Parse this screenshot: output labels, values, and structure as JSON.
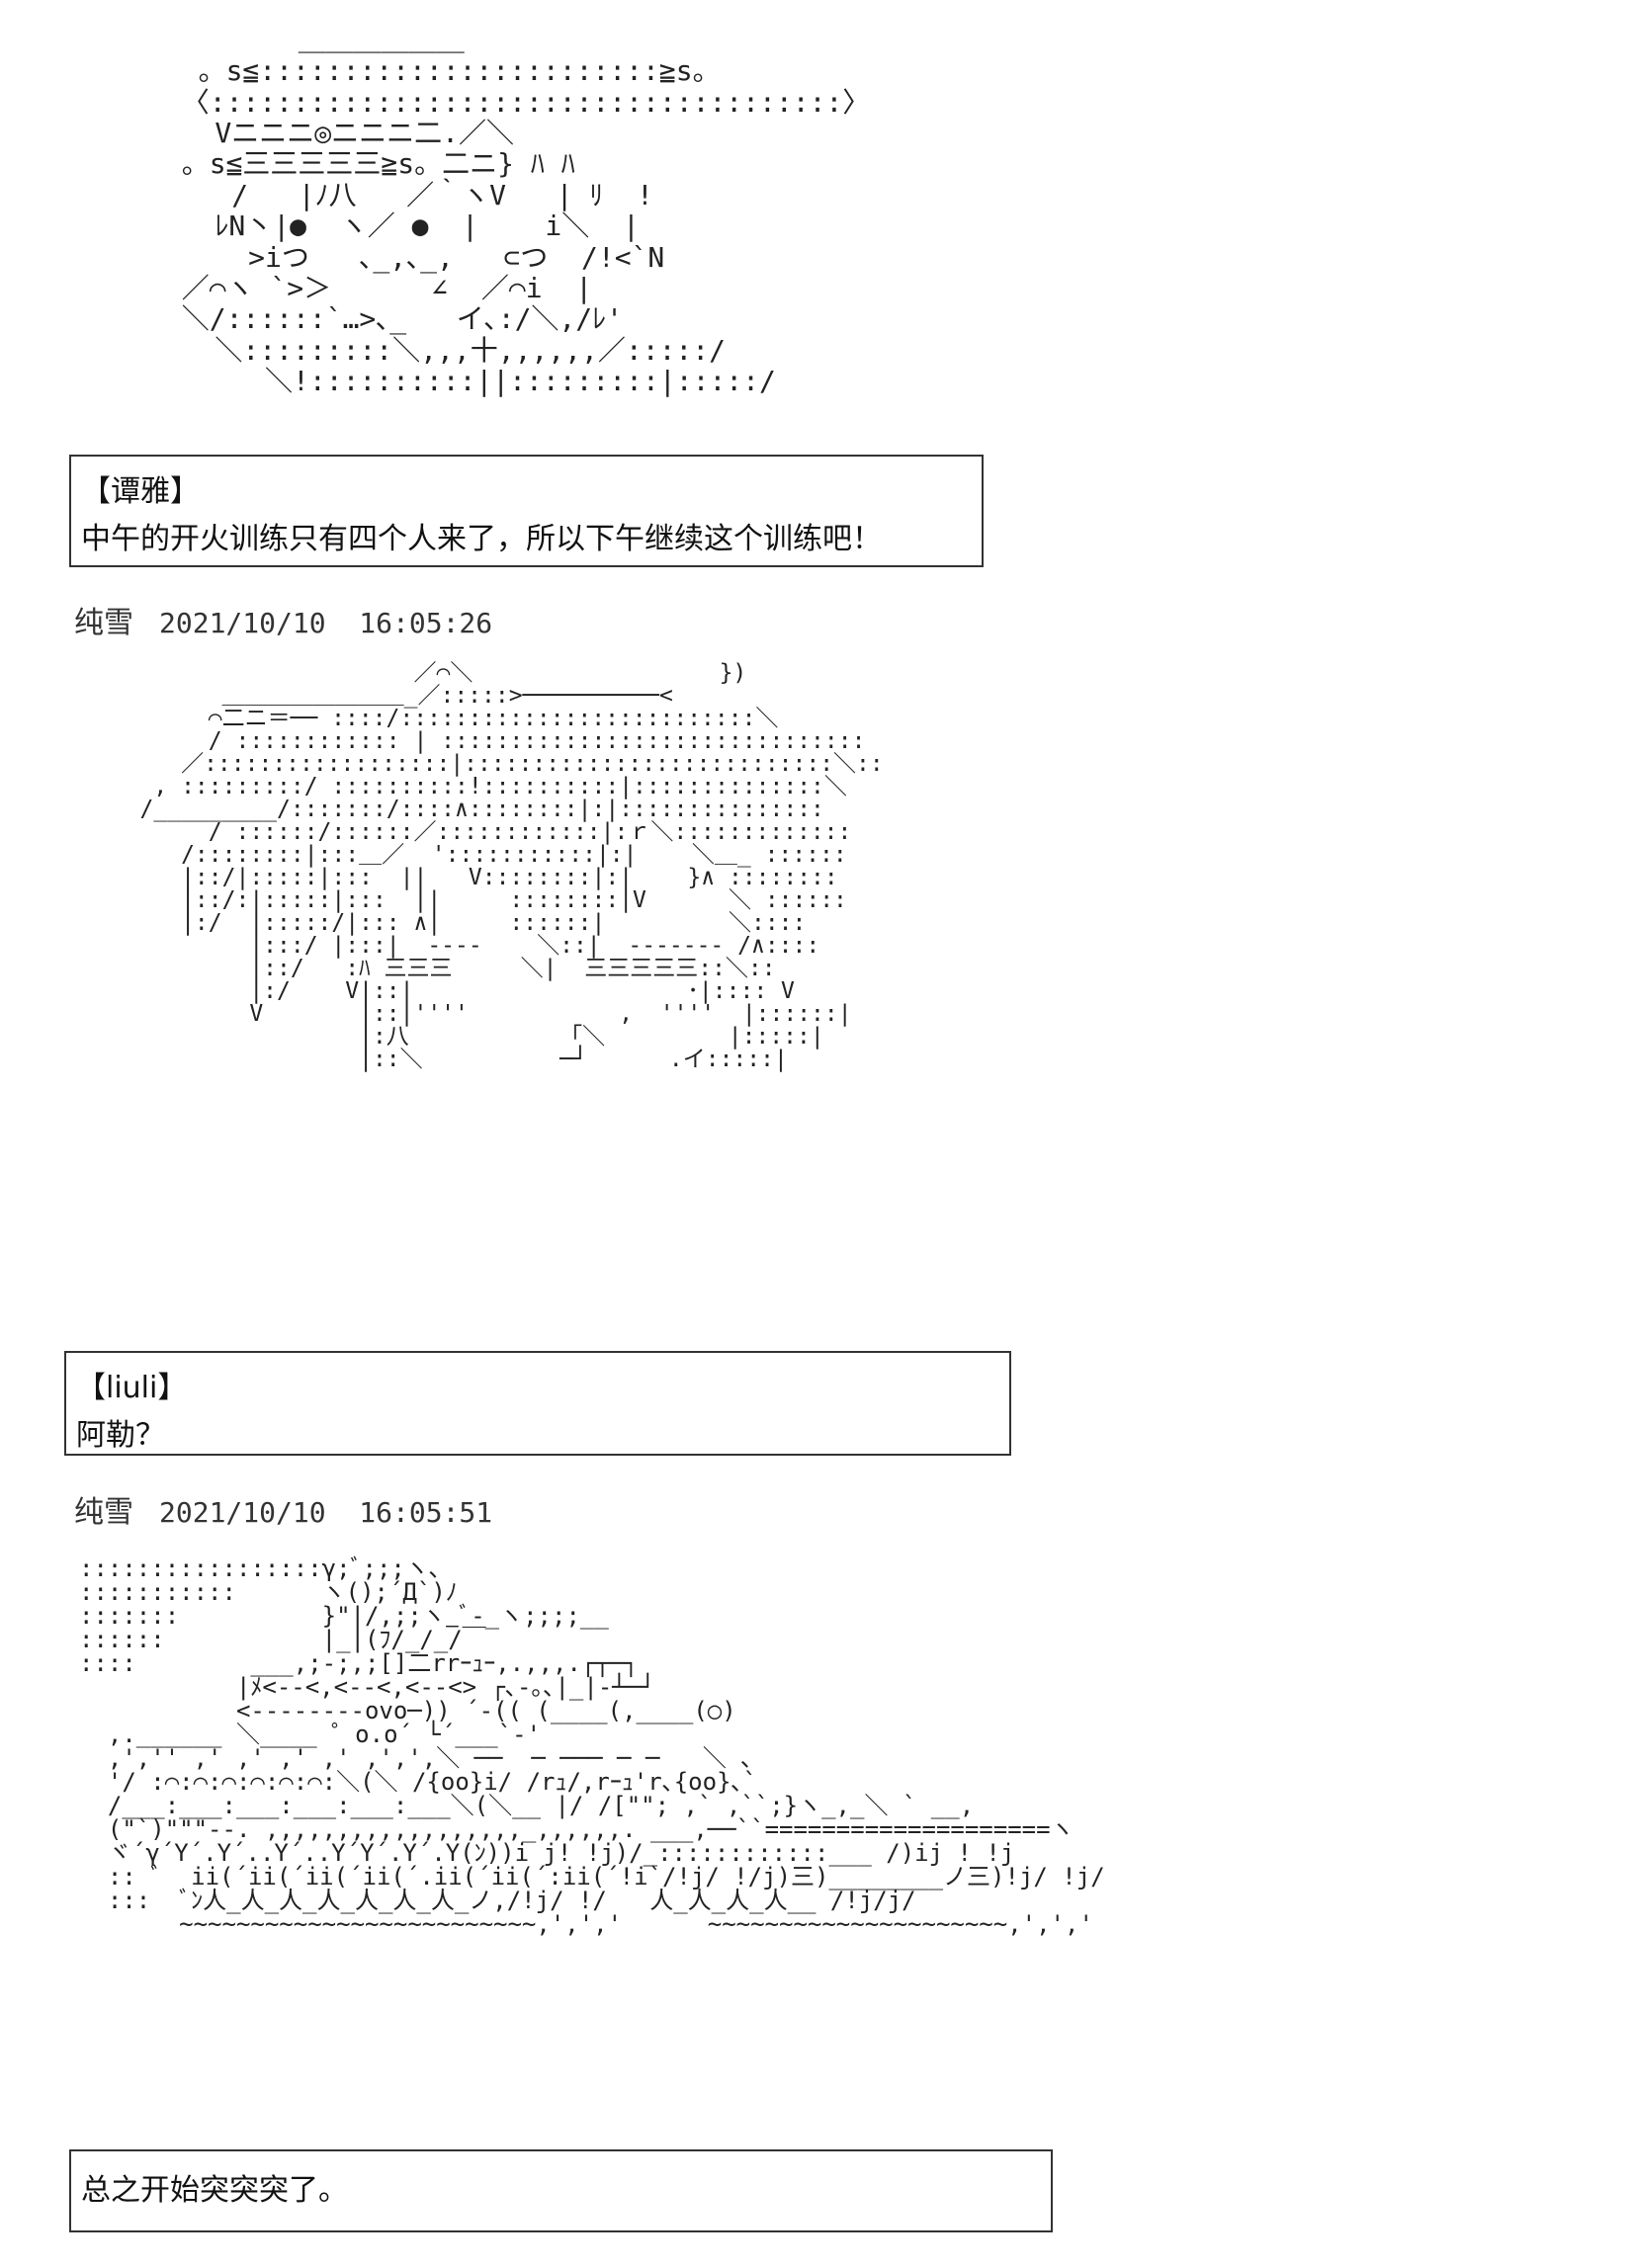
{
  "art": {
    "a1": "         ＿＿＿＿＿＿\n   。s≦::::::::::::::::::::::::≧s。\n  〈::::::::::::::::::::::::::::::::::::::〉\n    Vニニニ◎ニニニ二.／＼\n  。s≦三三三三三≧s。二ニ} ﾊ ﾊ\n     /   |ﾉ八   ／｀ヽV   | ﾘ  !\n    ﾚN丶|●  ヽ／ ●  |    i＼  |\n      >iつ   ､_,､_,   ⊂つ  /!<`N\n  ／⌒ヽ `>＞      ∠  ／⌒i  |\n  ＼/::::::`…>､_   イ､:/＼,/ﾚ'\n    ＼:::::::::＼,,,十,,,,,,／:::::/\n       ＼!::::::::::||:::::::::|:::::/",
    "a2": "                       ／⌒＼                  })\n         ＿＿＿＿＿＿＿＿_／:::::>──────────<\n        ⌒二ニ＝── ::::/::::::::::::::::::::::::::＼\n        / :::::::::::: | :::::::::::::::::::::::::::::::\n      ／::::::::::::::::::|:::::::::::::::::::::::::::＼::\n    , :::::::::/ ::::::::::!::::::::::|::::::::::::::＼\n   /_________/:::::::/::::∧::::::::|:|:::::::::::::::\n        / ::::::/::::::／::::::::::::|:ｒ＼:::::::::::::\n      /::::::::|:::＿／  ':::::::::::|:|    ＼＿_ ::::::\n      |::/|:::::|:::  ||   V::::::::|:|    }∧ ::::::::\n      |::/:|:::::|:::  ||     ::::::::|V      ＼ ::::::\n      |:/  |:::::/|::: ∧|     ::::::|         ＼::::\n           |:::/ |:::|  ----    ＼::|  ------- /∧::::\n           |::/   :ﾊ 三三三     ＼|  三三三三三::＼::\n           |:/    V|::|                    ･|:::: V\n           V       |::|''''           ,  ''''  |::::::|\n                   |:八           「＼         |:::::|\n                   |::＼          ─┘      .イ:::::|",
    "a3": ":::::::::::::::::γ;ﾞ;;;ヽ､\n:::::::::::      ヽ();´Д`)ﾉ\n:::::::          }\"|/,;;ヽ_ﾞ-_ヽ;;;;__\n::::::           |_|(ﾌ/_/_/￣\n::::        ___,;-;,;[]二rrｰｭｰ,.,,,.┌┬─┐\n           |ﾒ<--<,<--<,<--<> ┌､-｡､|_|-┴─┘\n           <--------ovo─)) ´-(( (____(,____(○)\n  ,.______ ＼____ ゜o.o´ └´___`-'\n  ,','' ,' ,' ,' ,' ,',',＼ ──  ─ ─── ─ ─   ＼ ､\n  '/ :⌒:⌒:⌒:⌒:⌒:⌒:＼(＼ /{oo}i/ /rｭ/,rｰｭ'r､{oo}､`\n  /___:___:___:___:___:___＼(＼__ |/ /[\"\"; ,` ,``;}ヽ_,_＼ ` __,\n  (\"`)\"\"\"--. ,,,,,,,,,,,,,,,,,,_,,,,,,. ___,──``====================ヽ\n  ヾ´γ´Y´.Y´..Y´..Y´Y´.Y´.Y(ﾝ))i j! !j)/_::::::::::::___ /)ij ! !j\n  :: ﾞ  ii(´ii(´ii(´ii(´.ii(´ii(´:ii(´!i`/!j/ !/j)三)________ノ三)!j/ !j/\n  :::  ﾞﾝ人_人_人_人_人_人_人_ノ,/!j/ !/   人_人_人_人__ /!j/j/\n       ~~~~~~~~~~~~~~~~~~~~~~~~~,',','      ~~~~~~~~~~~~~~~~~~~~~,',','"
  },
  "dialogs": [
    {
      "speaker": "【谭雅】",
      "text": "中午的开火训练只有四个人来了，所以下午继续这个训练吧！"
    },
    {
      "speaker": "【liuli】",
      "text": "阿勒？"
    },
    {
      "speaker": "",
      "text": "总之开始突突突了。"
    }
  ],
  "posts": [
    {
      "author": "纯雪",
      "timestamp": "2021/10/10  16:05:26"
    },
    {
      "author": "纯雪",
      "timestamp": "2021/10/10  16:05:51"
    }
  ]
}
